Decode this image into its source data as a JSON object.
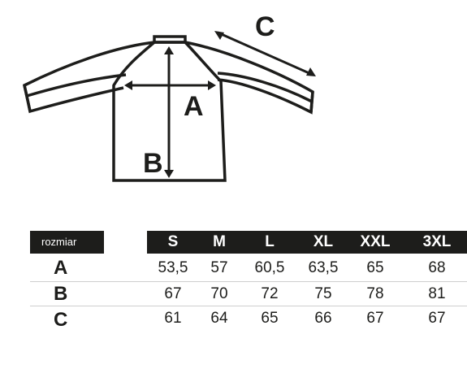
{
  "diagram": {
    "labels": {
      "a": "A",
      "b": "B",
      "c": "C"
    },
    "line_color": "#1d1d1b"
  },
  "table": {
    "size_label": "rozmiar",
    "sizes": [
      "S",
      "M",
      "L",
      "XL",
      "XXL",
      "3XL"
    ],
    "rows": [
      {
        "label": "A",
        "values": [
          "53,5",
          "57",
          "60,5",
          "63,5",
          "65",
          "68"
        ]
      },
      {
        "label": "B",
        "values": [
          "67",
          "70",
          "72",
          "75",
          "78",
          "81"
        ]
      },
      {
        "label": "C",
        "values": [
          "61",
          "64",
          "65",
          "66",
          "67",
          "67"
        ]
      }
    ],
    "header_color": "#1d1d1b",
    "divider_color": "#cfcfcf"
  }
}
